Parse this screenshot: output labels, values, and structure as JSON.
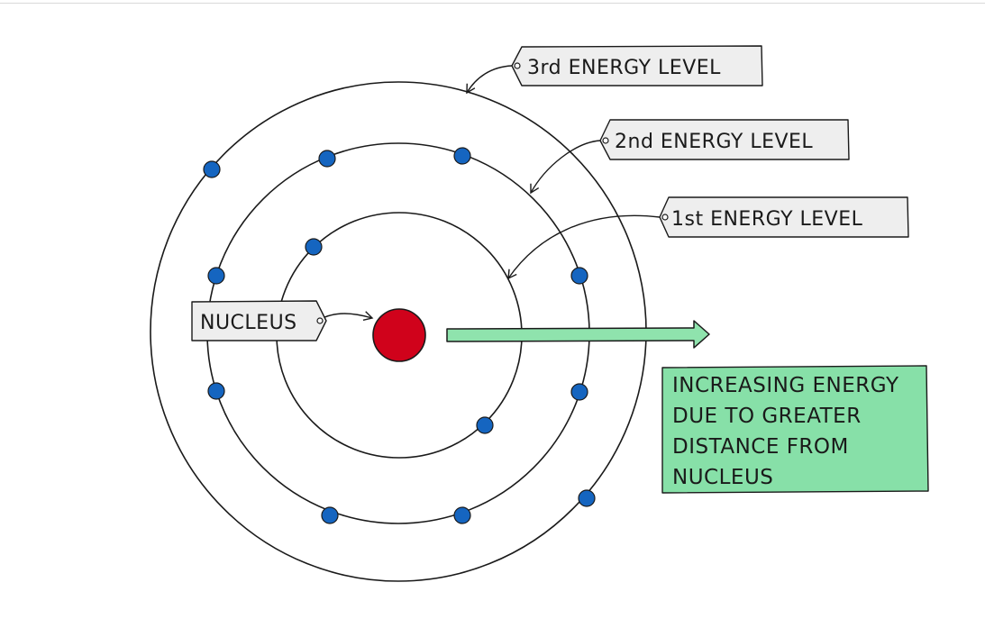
{
  "labels": {
    "third_level": "3rd ENERGY LEVEL",
    "second_level": "2nd ENERGY LEVEL",
    "first_level": "1st ENERGY LEVEL",
    "nucleus": "NUCLEUS"
  },
  "energy_note": {
    "line1": "INCREASING ENERGY",
    "line2": "DUE TO GREATER",
    "line3": "DISTANCE FROM",
    "line4": "NUCLEUS"
  },
  "colors": {
    "nucleus": "#d0021b",
    "electron": "#1565c0",
    "tag_fill": "#eeeeee",
    "note_fill": "#87e0a8",
    "arrow_fill": "#8fe3ad",
    "line": "#1a1a1a"
  }
}
